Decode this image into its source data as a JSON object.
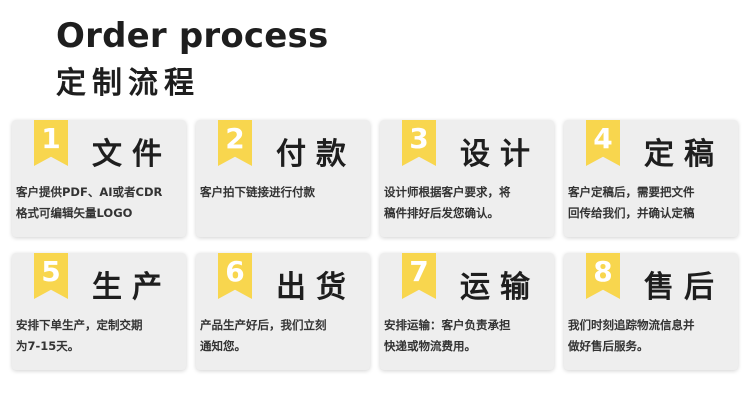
{
  "header": {
    "title_en": "Order process",
    "title_cn": "定制流程"
  },
  "colors": {
    "badge": "#f8d64e",
    "card_bg": "#eeeeee",
    "text": "#1e1e1e"
  },
  "steps": [
    {
      "number": "1",
      "title": "文件",
      "lines": [
        "客户提供PDF、AI或者CDR",
        "格式可编辑矢量LOGO"
      ]
    },
    {
      "number": "2",
      "title": "付款",
      "lines": [
        "客户拍下链接进行付款",
        ""
      ]
    },
    {
      "number": "3",
      "title": "设计",
      "lines": [
        "设计师根据客户要求，将",
        "稿件排好后发您确认。"
      ]
    },
    {
      "number": "4",
      "title": "定稿",
      "lines": [
        "客户定稿后，需要把文件",
        "回传给我们，并确认定稿"
      ]
    },
    {
      "number": "5",
      "title": "生产",
      "lines": [
        "安排下单生产，定制交期",
        "为7-15天。"
      ]
    },
    {
      "number": "6",
      "title": "出货",
      "lines": [
        "产品生产好后，我们立刻",
        "通知您。"
      ]
    },
    {
      "number": "7",
      "title": "运输",
      "lines": [
        "安排运输：客户负责承担",
        "快递或物流费用。"
      ]
    },
    {
      "number": "8",
      "title": "售后",
      "lines": [
        "我们时刻追踪物流信息并",
        "做好售后服务。"
      ]
    }
  ]
}
